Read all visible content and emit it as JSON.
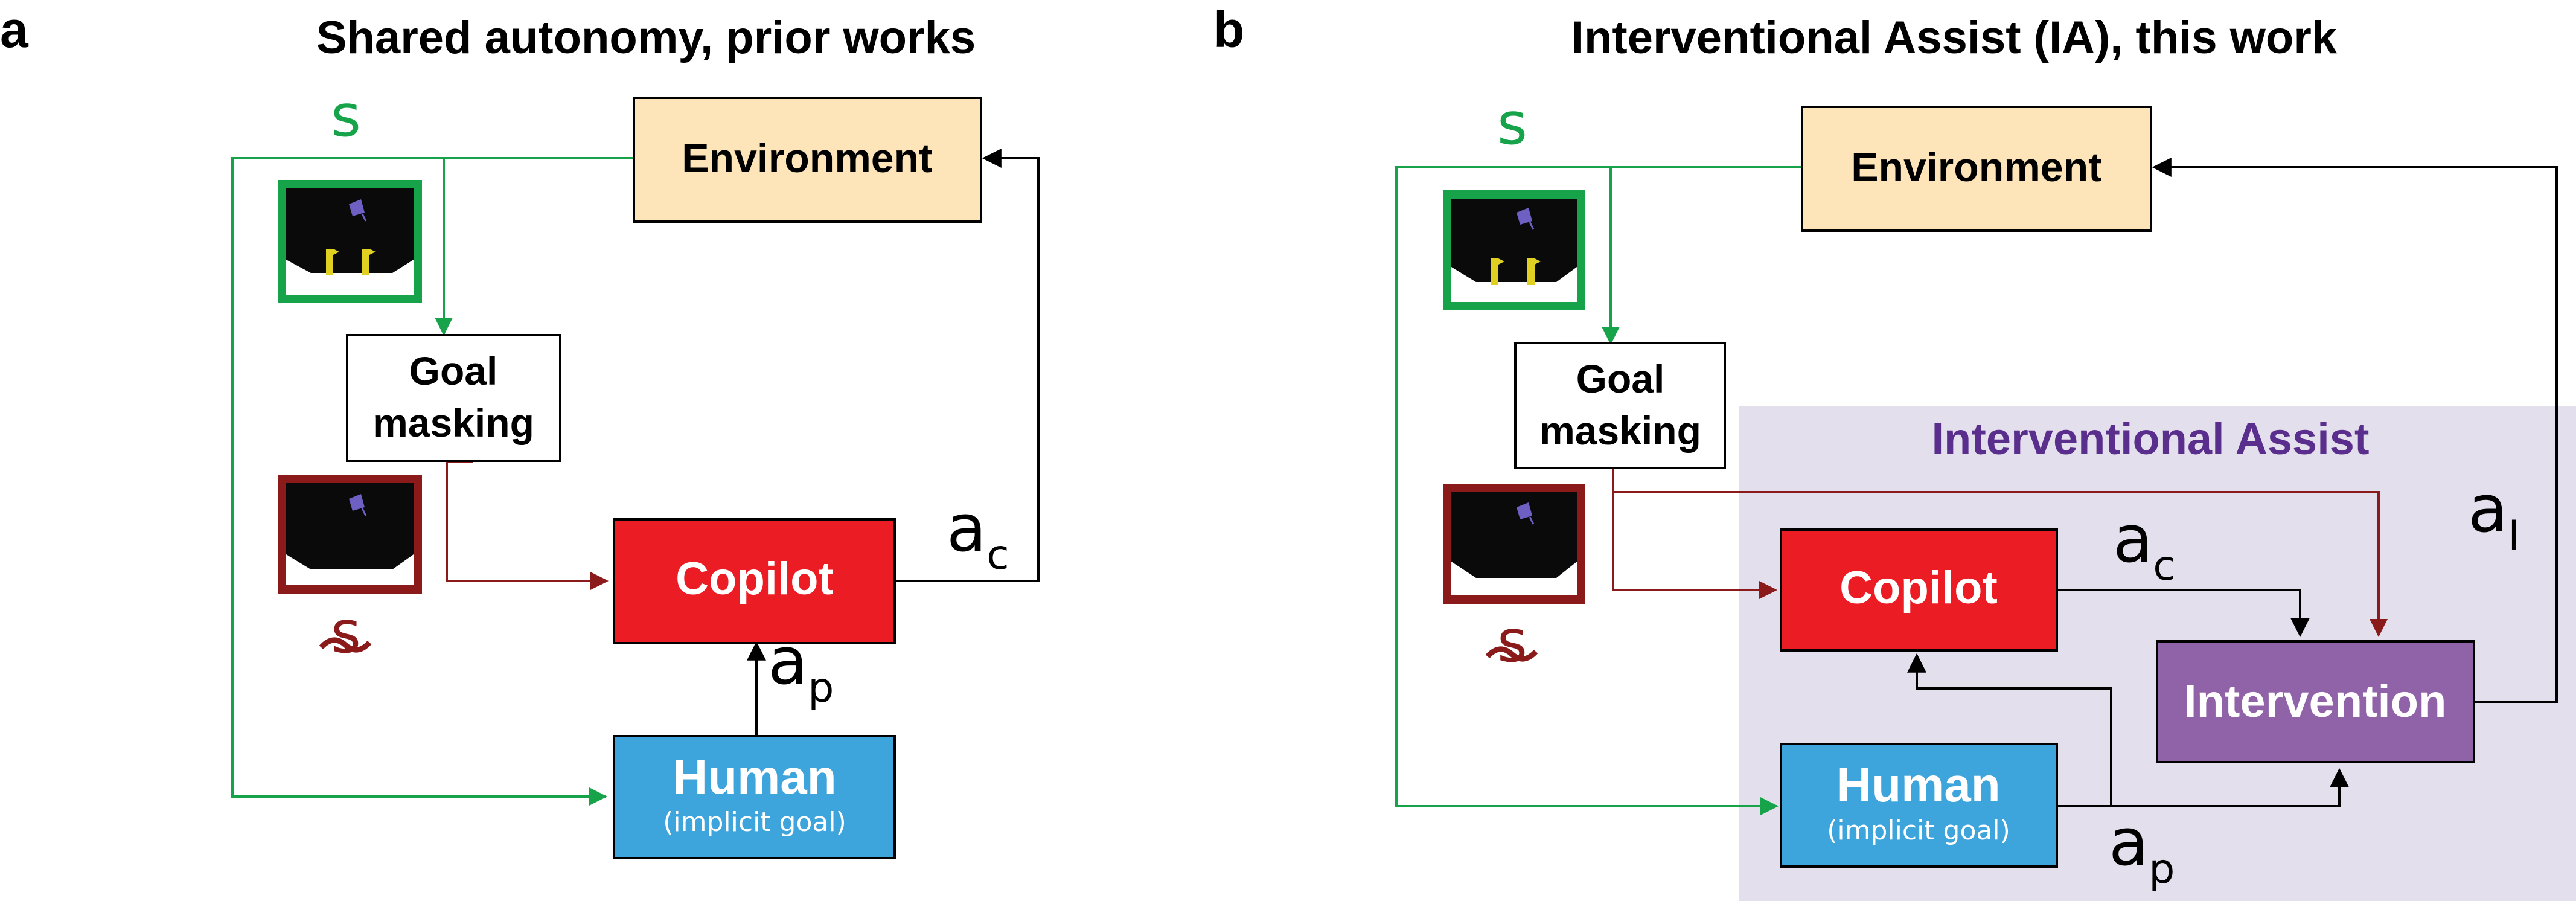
{
  "panel_a": {
    "letter": "a",
    "title": "Shared autonomy, prior works",
    "environment": "Environment",
    "goal_masking_line1": "Goal",
    "goal_masking_line2": "masking",
    "copilot": "Copilot",
    "human": "Human",
    "human_sub": "(implicit goal)",
    "state": "s",
    "masked_state": "s",
    "action_copilot_base": "a",
    "action_copilot_sub": "c",
    "action_pilot_base": "a",
    "action_pilot_sub": "p"
  },
  "panel_b": {
    "letter": "b",
    "title": "Interventional Assist (IA), this work",
    "environment": "Environment",
    "goal_masking_line1": "Goal",
    "goal_masking_line2": "masking",
    "copilot": "Copilot",
    "human": "Human",
    "human_sub": "(implicit goal)",
    "intervention": "Intervention",
    "ia_region_label": "Interventional Assist",
    "state": "s",
    "masked_state": "s",
    "action_copilot_base": "a",
    "action_copilot_sub": "c",
    "action_pilot_base": "a",
    "action_pilot_sub": "p",
    "action_ia_base": "a",
    "action_ia_sub": "I"
  },
  "colors": {
    "environment_fill": "#fde4b9",
    "copilot_fill": "#ec1c24",
    "human_fill": "#3ea4dc",
    "intervention_fill": "#9062a8",
    "ia_region_fill": "#e4dfec",
    "ia_label": "#5a2e8c",
    "state_green": "#17a34a",
    "masked_red": "#8b1a1a",
    "black": "#000000"
  }
}
